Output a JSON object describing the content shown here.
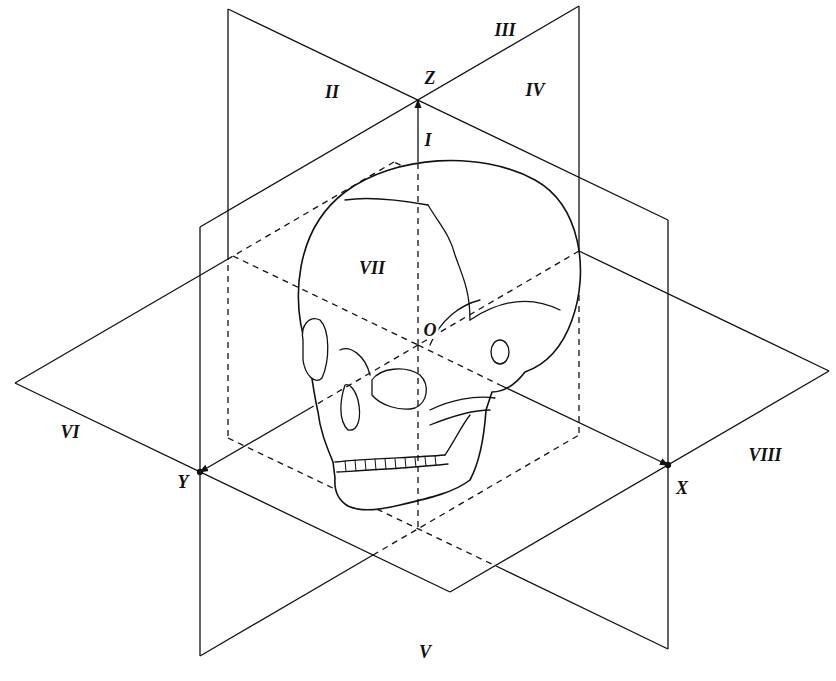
{
  "diagram": {
    "labels": [
      "Z",
      "II",
      "III",
      "IV",
      "I",
      "VII",
      "O",
      "VI",
      "Y",
      "X",
      "VIII",
      "V"
    ]
  }
}
